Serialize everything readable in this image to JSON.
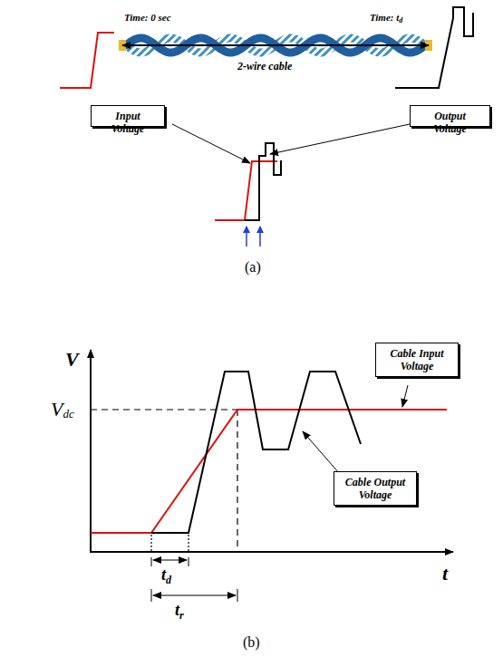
{
  "diagram": {
    "nodes": [
      {
        "text": [
          "Input Voltage"
        ]
      },
      {
        "text": [
          "Output Voltage"
        ]
      },
      {
        "text": [
          "Cable Input Voltage"
        ]
      },
      {
        "text": [
          "Cable Output Voltage"
        ]
      }
    ],
    "labels": [
      "Time: 0 sec",
      "Time: t",
      "d",
      "2-wire cable",
      "(a)",
      "V",
      "V",
      "dc",
      "t",
      "d",
      "t",
      "r",
      "t",
      "(b)"
    ]
  }
}
